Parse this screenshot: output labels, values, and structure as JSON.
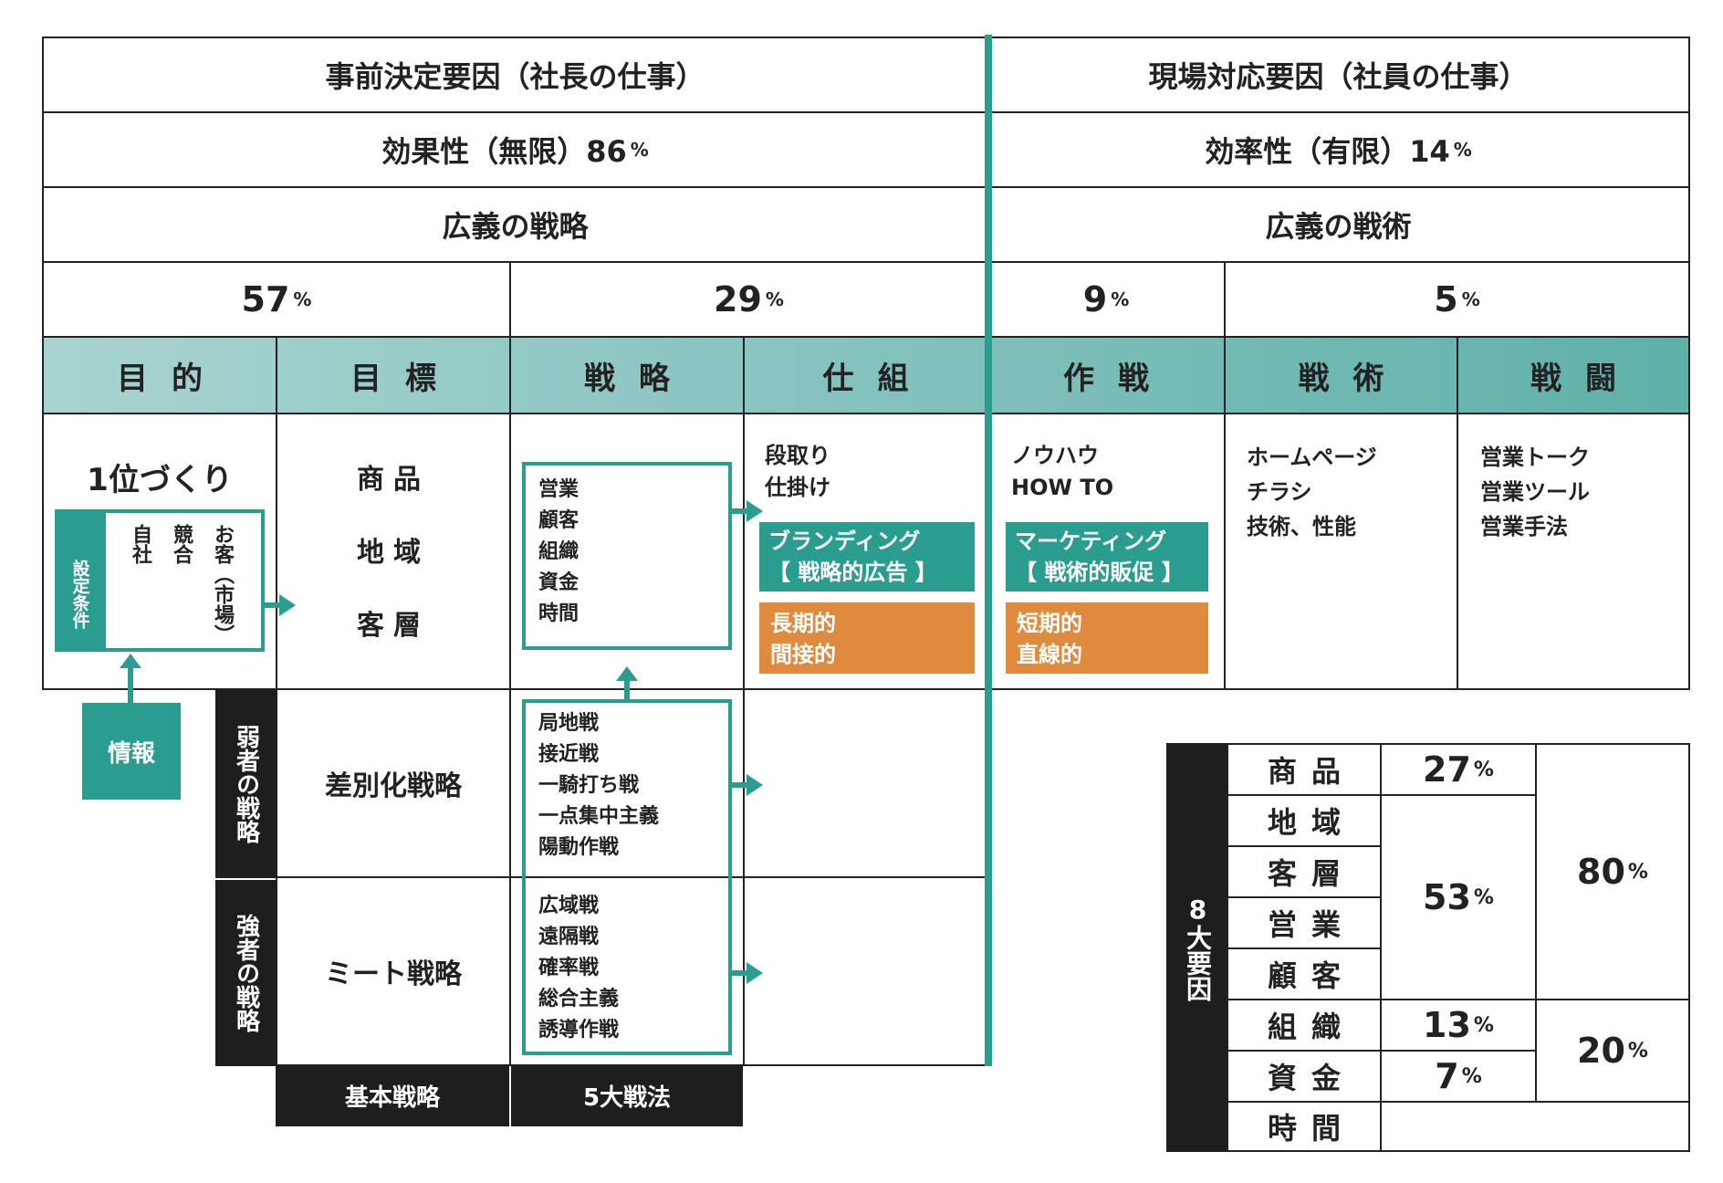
{
  "header": {
    "left_title": "事前決定要因（社長の仕事）",
    "right_title": "現場対応要因（社員の仕事）",
    "left_effect": "効果性（無限）86",
    "left_effect_unit": "%",
    "right_effect": "効率性（有限）14",
    "right_effect_unit": "%",
    "left_broad": "広義の戦略",
    "right_broad": "広義の戦術",
    "pct_57": "57",
    "pct_29": "29",
    "pct_9": "9",
    "pct_5": "5",
    "pct_unit": "%"
  },
  "categories": [
    "目的",
    "目標",
    "戦略",
    "仕組",
    "作戦",
    "戦術",
    "戦闘"
  ],
  "colors": {
    "teal": "#2a9d8f",
    "orange": "#e08a3e",
    "dark": "#1e1e1e",
    "cat_gradient_start": "#a9d4cf",
    "cat_gradient_end": "#5fb0aa"
  },
  "purpose": {
    "title": "1位づくり",
    "conditions_label": "設定条件",
    "conditions": [
      "自社",
      "競合",
      "お客（市場）"
    ],
    "info": "情報"
  },
  "goals": [
    "商品",
    "地域",
    "客層"
  ],
  "strategy_items": "営業\n顧客\n組織\n資金\n時間",
  "system": {
    "lines": "段取り\n仕掛け",
    "teal_box": "ブランディング\n【 戦略的広告 】",
    "orange_box": "長期的\n間接的"
  },
  "operation": {
    "lines": "ノウハウ\nHOW TO",
    "teal_box": "マーケティング\n【 戦術的販促 】",
    "orange_box": "短期的\n直線的"
  },
  "tactics_lines": "ホームページ\nチラシ\n技術、性能",
  "combat_lines": "営業トーク\n営業ツール\n営業手法",
  "weak": {
    "side_label": "弱者の戦略",
    "name": "差別化戦略",
    "methods": "局地戦\n接近戦\n一騎打ち戦\n一点集中主義\n陽動作戦"
  },
  "strong": {
    "side_label": "強者の戦略",
    "name": "ミート戦略",
    "methods": "広域戦\n遠隔戦\n確率戦\n総合主義\n誘導作戦"
  },
  "footer": {
    "basic": "基本戦略",
    "five": "5大戦法"
  },
  "eight_factors": {
    "label": "8大要因",
    "rows": [
      "商品",
      "地域",
      "客層",
      "営業",
      "顧客",
      "組織",
      "資金",
      "時間"
    ],
    "pct_27": "27",
    "pct_53": "53",
    "pct_13": "13",
    "pct_7": "7",
    "pct_80": "80",
    "pct_20": "20",
    "unit": "%"
  }
}
